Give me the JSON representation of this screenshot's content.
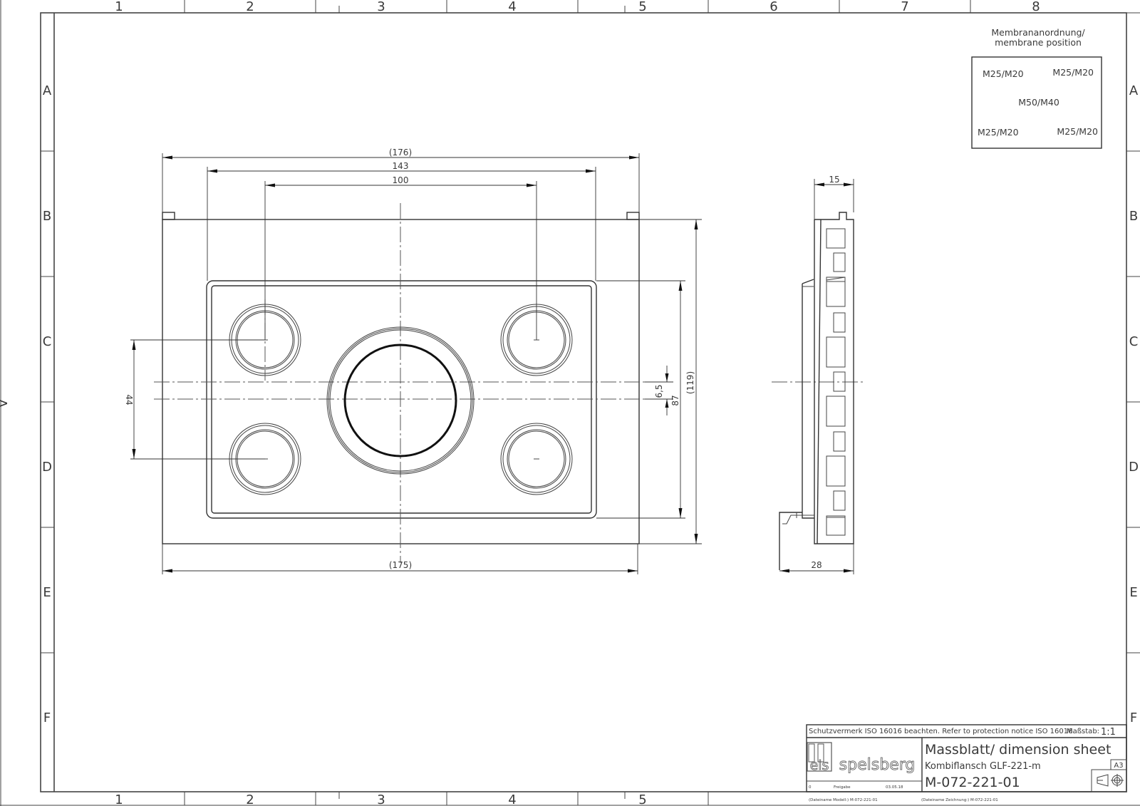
{
  "sheet": {
    "columns": [
      "1",
      "2",
      "3",
      "4",
      "5",
      "6",
      "7",
      "8"
    ],
    "rows": [
      "A",
      "B",
      "C",
      "D",
      "E",
      "F"
    ],
    "side_mark": "V"
  },
  "membrane": {
    "title_line1": "Membrananordnung/",
    "title_line2": "membrane position",
    "top_left": "M25/M20",
    "top_right": "M25/M20",
    "center": "M50/M40",
    "bottom_left": "M25/M20",
    "bottom_right": "M25/M20"
  },
  "front_view": {
    "dim_overall_top": "(176)",
    "dim_hole_outer": "143",
    "dim_hole_pitch": "100",
    "dim_overall_bottom": "(175)",
    "dim_vertical_pitch": "44",
    "dim_offset": "6,5",
    "dim_inner_height": "87",
    "dim_overall_height": "(119)"
  },
  "side_view": {
    "dim_top": "15",
    "dim_bottom": "28"
  },
  "title_block": {
    "protection_notice": "Schutzvermerk ISO 16016 beachten. Refer to protection notice ISO 16016.",
    "scale_label": "Maßstab:",
    "scale_value": "1:1",
    "logo_mark": "els",
    "logo_text": "spelsberg",
    "title": "Massblatt/ dimension sheet",
    "product": "Kombiflansch GLF-221-m",
    "drawing_number": "M-072-221-01",
    "paper_size": "A3",
    "revision": "0",
    "status": "Freigabe",
    "date": "03.05.18",
    "file_model": "(Dateiname Modell:) M-072-221-01",
    "file_drawing": "(Dateiname Zeichnung:) M-072-221-01"
  }
}
